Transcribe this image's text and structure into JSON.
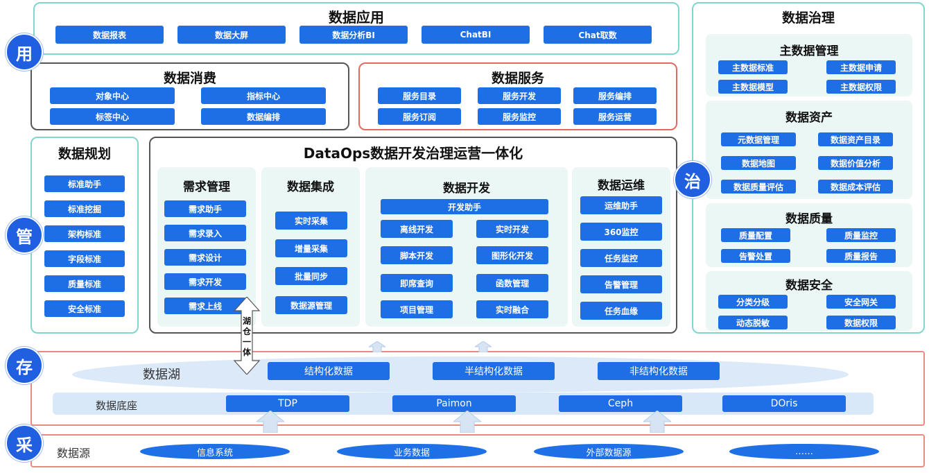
{
  "data_app": {
    "title": "数据应用",
    "items": [
      "数据报表",
      "数据大屏",
      "数据分析BI",
      "ChatBI",
      "Chat取数"
    ]
  },
  "data_consume": {
    "title": "数据消费",
    "items": [
      "对象中心",
      "指标中心",
      "标签中心",
      "数据编排"
    ]
  },
  "data_service": {
    "title": "数据服务",
    "items": [
      "服务目录",
      "服务开发",
      "服务编排",
      "服务订阅",
      "服务监控",
      "服务运营"
    ]
  },
  "data_plan": {
    "title": "数据规划",
    "items": [
      "标准助手",
      "标准挖掘",
      "架构标准",
      "字段标准",
      "质量标准",
      "安全标准"
    ]
  },
  "dataops": {
    "title": "DataOps数据开发治理运营一体化",
    "req": {
      "title": "需求管理",
      "items": [
        "需求助手",
        "需求录入",
        "需求设计",
        "需求开发",
        "需求上线"
      ]
    },
    "integ": {
      "title": "数据集成",
      "items": [
        "实时采集",
        "增量采集",
        "批量同步",
        "数据源管理"
      ]
    },
    "dev": {
      "title": "数据开发",
      "top": "开发助手",
      "items": [
        "离线开发",
        "实时开发",
        "脚本开发",
        "图形化开发",
        "即席查询",
        "函数管理",
        "项目管理",
        "实时融合"
      ]
    },
    "ops": {
      "title": "数据运维",
      "items": [
        "运维助手",
        "360监控",
        "任务监控",
        "告警管理",
        "任务血缘"
      ]
    }
  },
  "governance": {
    "title": "数据治理",
    "master": {
      "title": "主数据管理",
      "items": [
        "主数据标准",
        "主数据申请",
        "主数据模型",
        "主数据权限"
      ]
    },
    "asset": {
      "title": "数据资产",
      "items": [
        "元数据管理",
        "数据资产目录",
        "数据地图",
        "数据价值分析",
        "数据质量评估",
        "数据成本评估"
      ]
    },
    "quality": {
      "title": "数据质量",
      "items": [
        "质量配置",
        "质量监控",
        "告警处置",
        "质量报告"
      ]
    },
    "security": {
      "title": "数据安全",
      "items": [
        "分类分级",
        "安全网关",
        "动态脱敏",
        "数据权限"
      ]
    }
  },
  "lakehouse_label": "湖仓一体",
  "storage": {
    "lake_label": "数据湖",
    "lake_items": [
      "结构化数据",
      "半结构化数据",
      "非结构化数据"
    ],
    "base_label": "数据底座",
    "base_items": [
      "TDP",
      "Paimon",
      "Ceph",
      "DOris"
    ]
  },
  "source": {
    "label": "数据源",
    "items": [
      "信息系统",
      "业务数据",
      "外部数据源",
      "……"
    ]
  },
  "circles": {
    "use": "用",
    "manage": "管",
    "store": "存",
    "collect": "采",
    "govern": "治"
  },
  "colors": {
    "accent": "#1e6fe6",
    "teal": "#7fd6cf",
    "red": "#e26a5e"
  }
}
